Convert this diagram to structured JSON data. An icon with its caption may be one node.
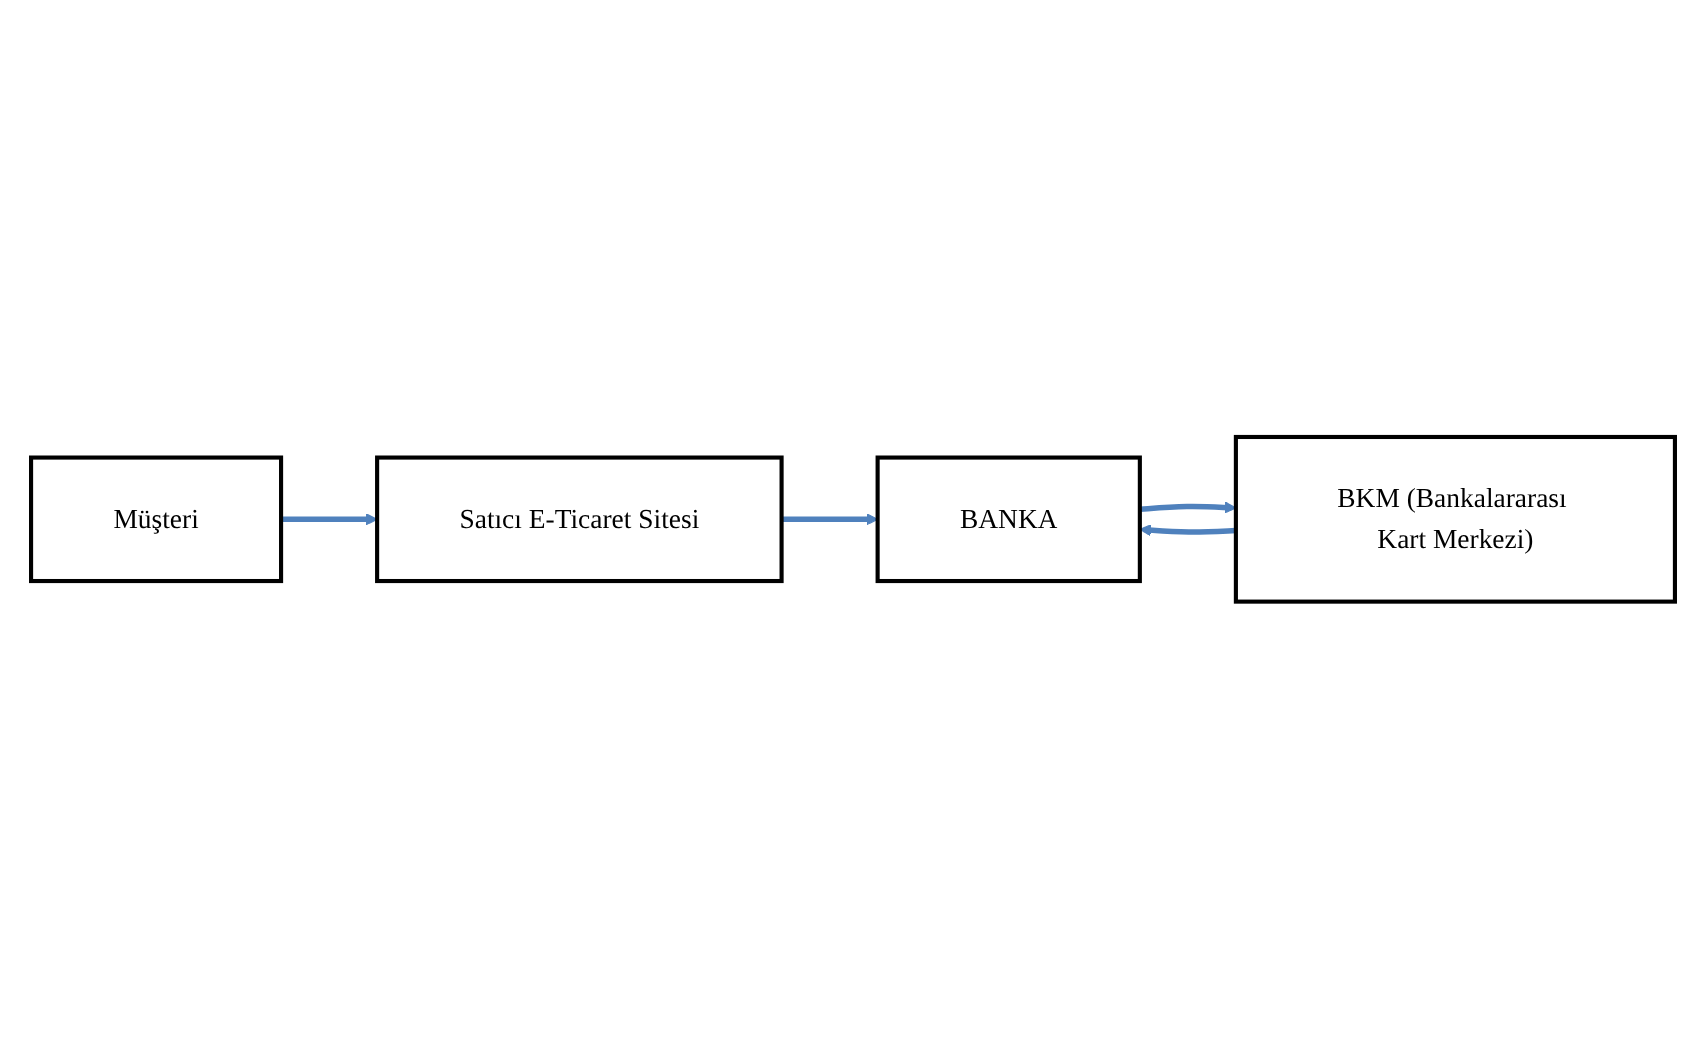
{
  "diagram": {
    "nodes": [
      {
        "text": [
          "Müşteri"
        ]
      },
      {
        "text": [
          "Satıcı E-Ticaret Sitesi"
        ]
      },
      {
        "text": [
          "BANKA"
        ]
      },
      {
        "text": [
          "BKM (Bankalararası Kart Merkezi)"
        ]
      }
    ],
    "edges": [
      {
        "from": 0,
        "to": 1,
        "arrow": "to"
      },
      {
        "from": 1,
        "to": 2,
        "arrow": "to"
      },
      {
        "from": 2,
        "to": 3,
        "arrow": "to"
      },
      {
        "from": 3,
        "to": 2,
        "arrow": "to"
      }
    ]
  }
}
